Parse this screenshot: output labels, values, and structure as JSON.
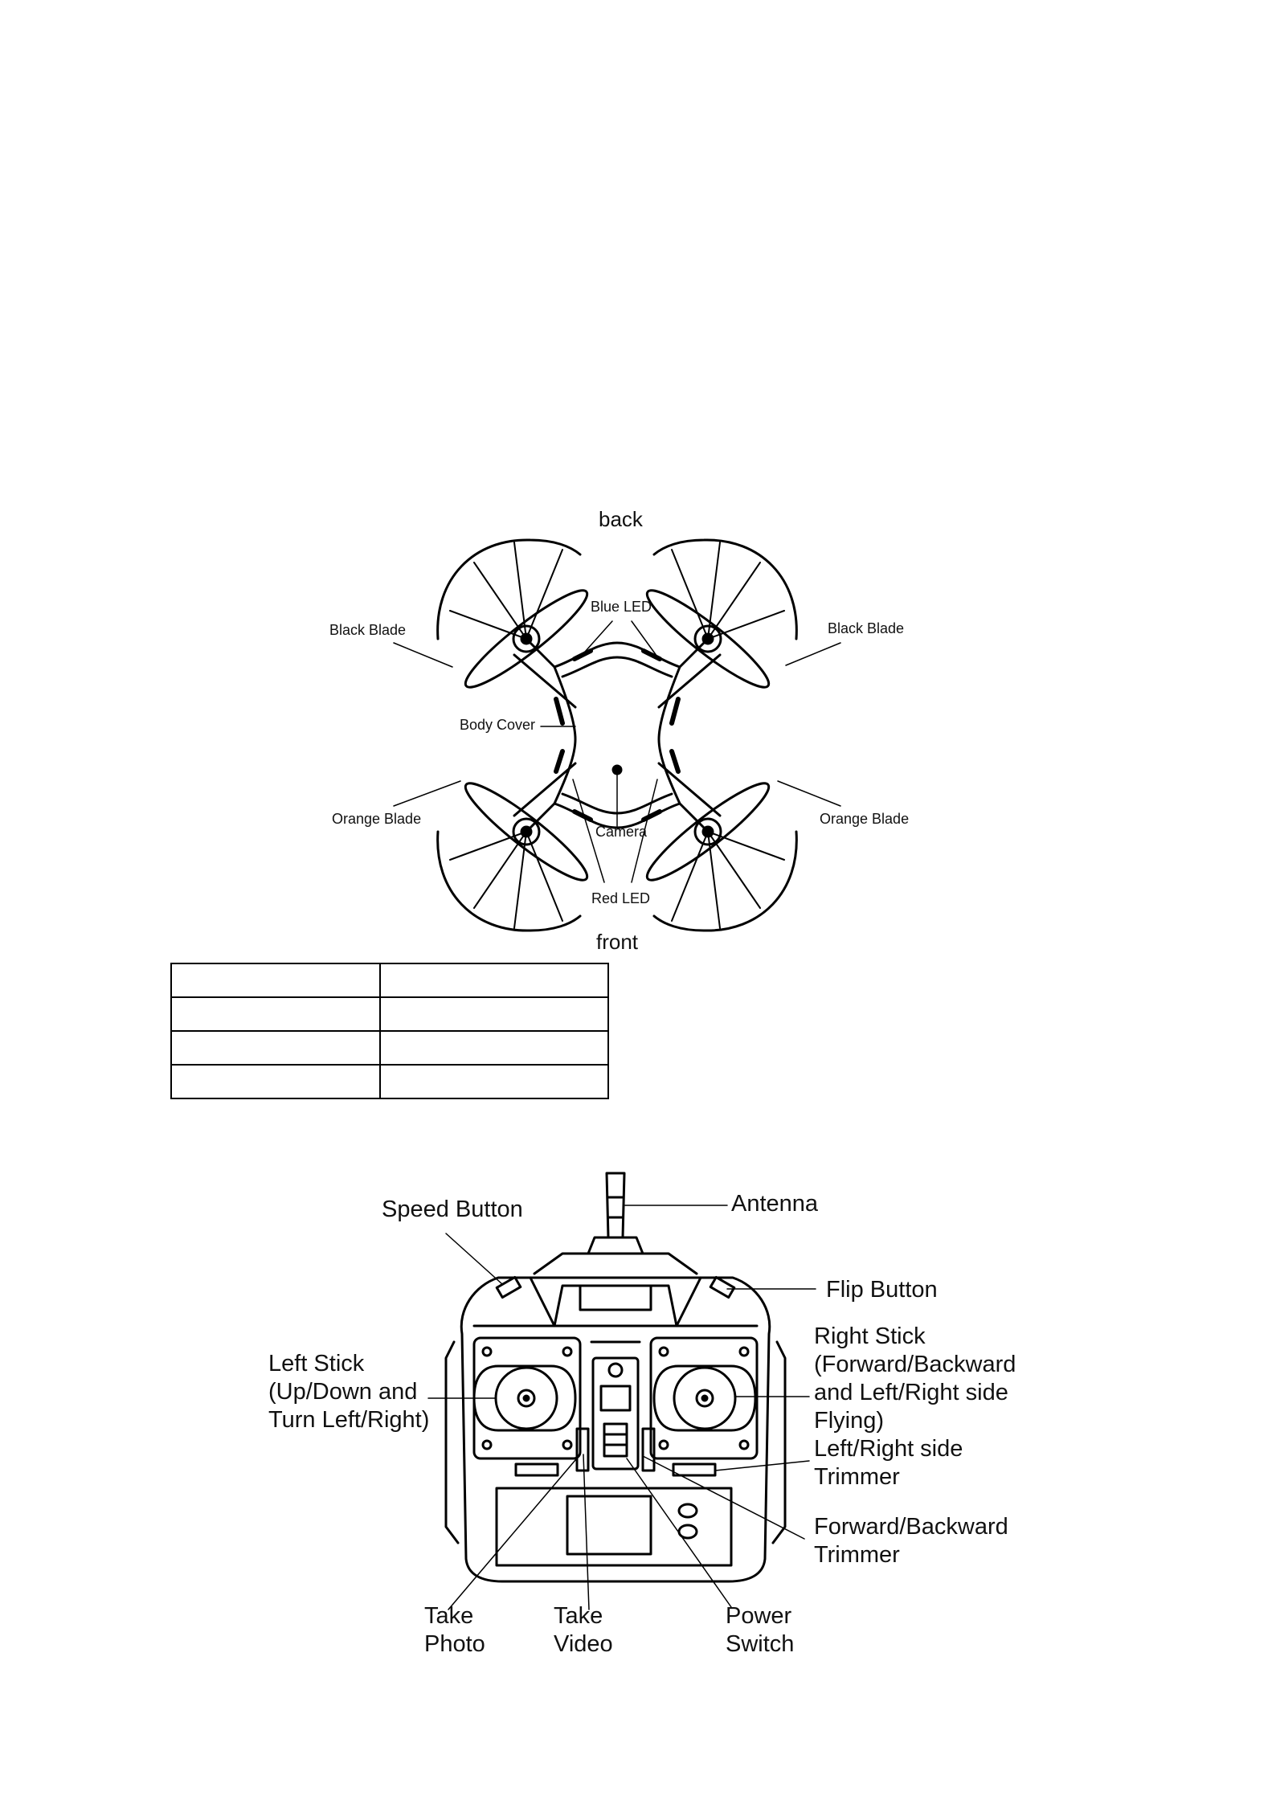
{
  "drone": {
    "top_label": "back",
    "bottom_label": "front",
    "labels": {
      "black_blade_left": "Black Blade",
      "black_blade_right": "Black Blade",
      "blue_led": "Blue LED",
      "body_cover": "Body Cover",
      "orange_blade_left": "Orange Blade",
      "orange_blade_right": "Orange Blade",
      "camera": "Camera",
      "red_led": "Red LED"
    }
  },
  "parts_table": {
    "rows": [
      [
        "",
        ""
      ],
      [
        "",
        ""
      ],
      [
        "",
        ""
      ],
      [
        "",
        ""
      ]
    ]
  },
  "controller": {
    "labels": {
      "speed_button": "Speed Button",
      "antenna": "Antenna",
      "flip_button": "Flip Button",
      "left_stick": [
        "Left Stick",
        "(Up/Down and",
        "Turn Left/Right)"
      ],
      "right_stick": [
        "Right Stick",
        "(Forward/Backward",
        "and Left/Right side",
        "Flying)"
      ],
      "lr_trimmer": [
        "Left/Right side",
        "Trimmer"
      ],
      "fb_trimmer": [
        "Forward/Backward",
        "Trimmer"
      ],
      "take_photo": [
        "Take",
        "Photo"
      ],
      "take_video": [
        "Take",
        "Video"
      ],
      "power_switch": [
        "Power",
        "Switch"
      ]
    }
  }
}
